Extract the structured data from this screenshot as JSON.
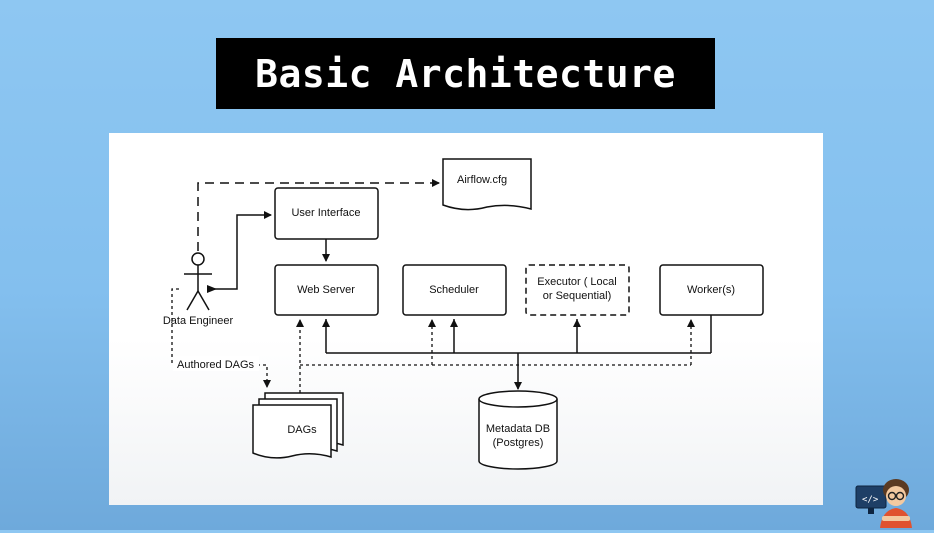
{
  "title": "Basic Architecture",
  "diagram": {
    "nodes": {
      "airflow_cfg": "Airflow.cfg",
      "user_interface": "User Interface",
      "web_server": "Web Server",
      "scheduler": "Scheduler",
      "executor_line1": "Executor ( Local",
      "executor_line2": "or Sequential)",
      "workers": "Worker(s)",
      "data_engineer": "Data Engineer",
      "dags": "DAGs",
      "metadata_db_line1": "Metadata DB",
      "metadata_db_line2": "(Postgres)"
    },
    "edge_labels": {
      "authored_dags": "Authored DAGs"
    }
  },
  "colors": {
    "background": "#8ec7f2",
    "title_bg": "#000000",
    "title_fg": "#ffffff",
    "panel_bg": "#ffffff",
    "stroke": "#111111"
  },
  "icons": {
    "presenter_avatar": "developer-avatar-icon"
  }
}
